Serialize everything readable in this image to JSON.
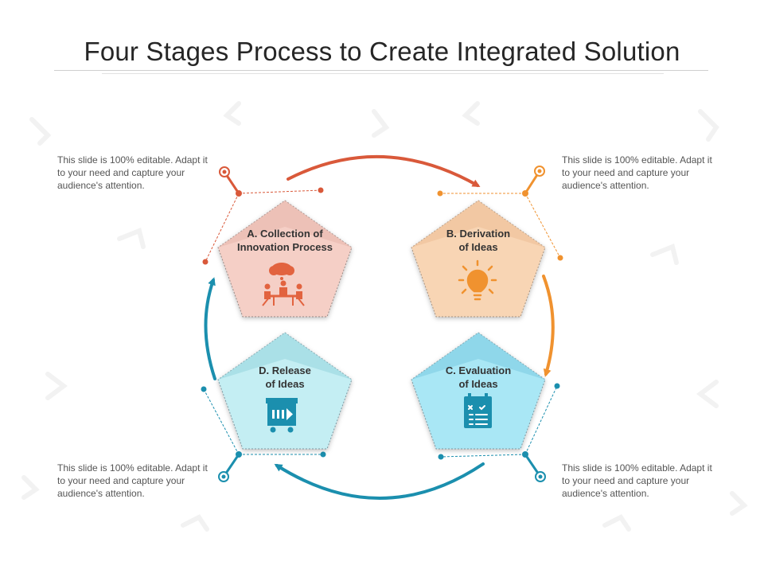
{
  "title": "Four Stages Process to Create Integrated Solution",
  "stages": [
    {
      "line1": "A. Collection of",
      "line2": "Innovation Process",
      "icon": "team-meeting-icon",
      "color": "#e2633f",
      "fill": "#f5cfc6"
    },
    {
      "line1": "B. Derivation",
      "line2": "of Ideas",
      "icon": "lightbulb-icon",
      "color": "#f0922f",
      "fill": "#f8d5b4"
    },
    {
      "line1": "C. Evaluation",
      "line2": "of Ideas",
      "icon": "calendar-checklist-icon",
      "color": "#1b8fae",
      "fill": "#a9e7f5"
    },
    {
      "line1": "D. Release",
      "line2": "of Ideas",
      "icon": "presentation-board-icon",
      "color": "#1b8fae",
      "fill": "#c4eef3"
    }
  ],
  "notes": {
    "top_left": "This slide is 100% editable. Adapt it to your need and capture your audience's attention.",
    "top_right": "This slide is 100% editable. Adapt it to your need and capture your audience's attention.",
    "bottom_left": "This slide is 100% editable. Adapt it to your need and capture your audience's attention.",
    "bottom_right": "This slide is 100% editable. Adapt it to your need and capture your audience's attention."
  },
  "colors": {
    "arrow_a": "#d9593a",
    "arrow_b": "#f0922f",
    "arrow_c": "#1b8fae",
    "arrow_d": "#1b8fae"
  }
}
